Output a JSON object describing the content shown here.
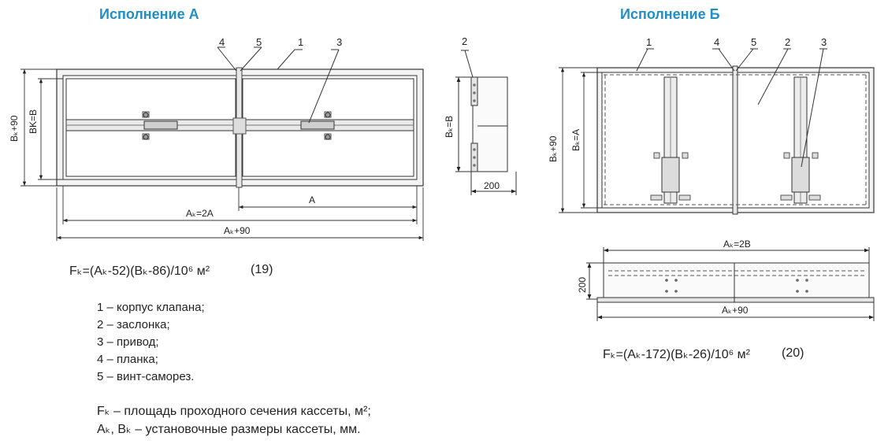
{
  "titles": {
    "a": "Исполнение А",
    "b": "Исполнение Б"
  },
  "variant_a": {
    "callouts": [
      "4",
      "5",
      "1",
      "3"
    ],
    "side_callout": "2",
    "dim_height_outer": "Bₖ+90",
    "dim_height_inner": "BK=B",
    "dim_a": "A",
    "dim_ak": "Aₖ=2A",
    "dim_ak90": "Aₖ+90",
    "side_dim_height": "Bₖ=B",
    "side_dim_depth": "200"
  },
  "variant_b": {
    "callouts": [
      "1",
      "4",
      "5",
      "2",
      "3"
    ],
    "dim_height_outer": "Bₖ+90",
    "dim_height_inner": "Bₖ=A",
    "dim_ak": "Aₖ=2B",
    "dim_depth": "200",
    "dim_ak90": "Aₖ+90"
  },
  "formula_a": {
    "text": "Fₖ=(Aₖ-52)(Bₖ-86)/10⁶ м²",
    "number": "(19)"
  },
  "formula_b": {
    "text": "Fₖ=(Aₖ-172)(Bₖ-26)/10⁶ м²",
    "number": "(20)"
  },
  "legend": [
    "1 – корпус клапана;",
    "2 – заслонка;",
    "3 – привод;",
    "4 – планка;",
    "5 – винт-саморез."
  ],
  "notes": [
    "Fₖ – площадь проходного сечения кассеты, м²;",
    "Aₖ, Bₖ – установочные размеры кассеты, мм."
  ]
}
